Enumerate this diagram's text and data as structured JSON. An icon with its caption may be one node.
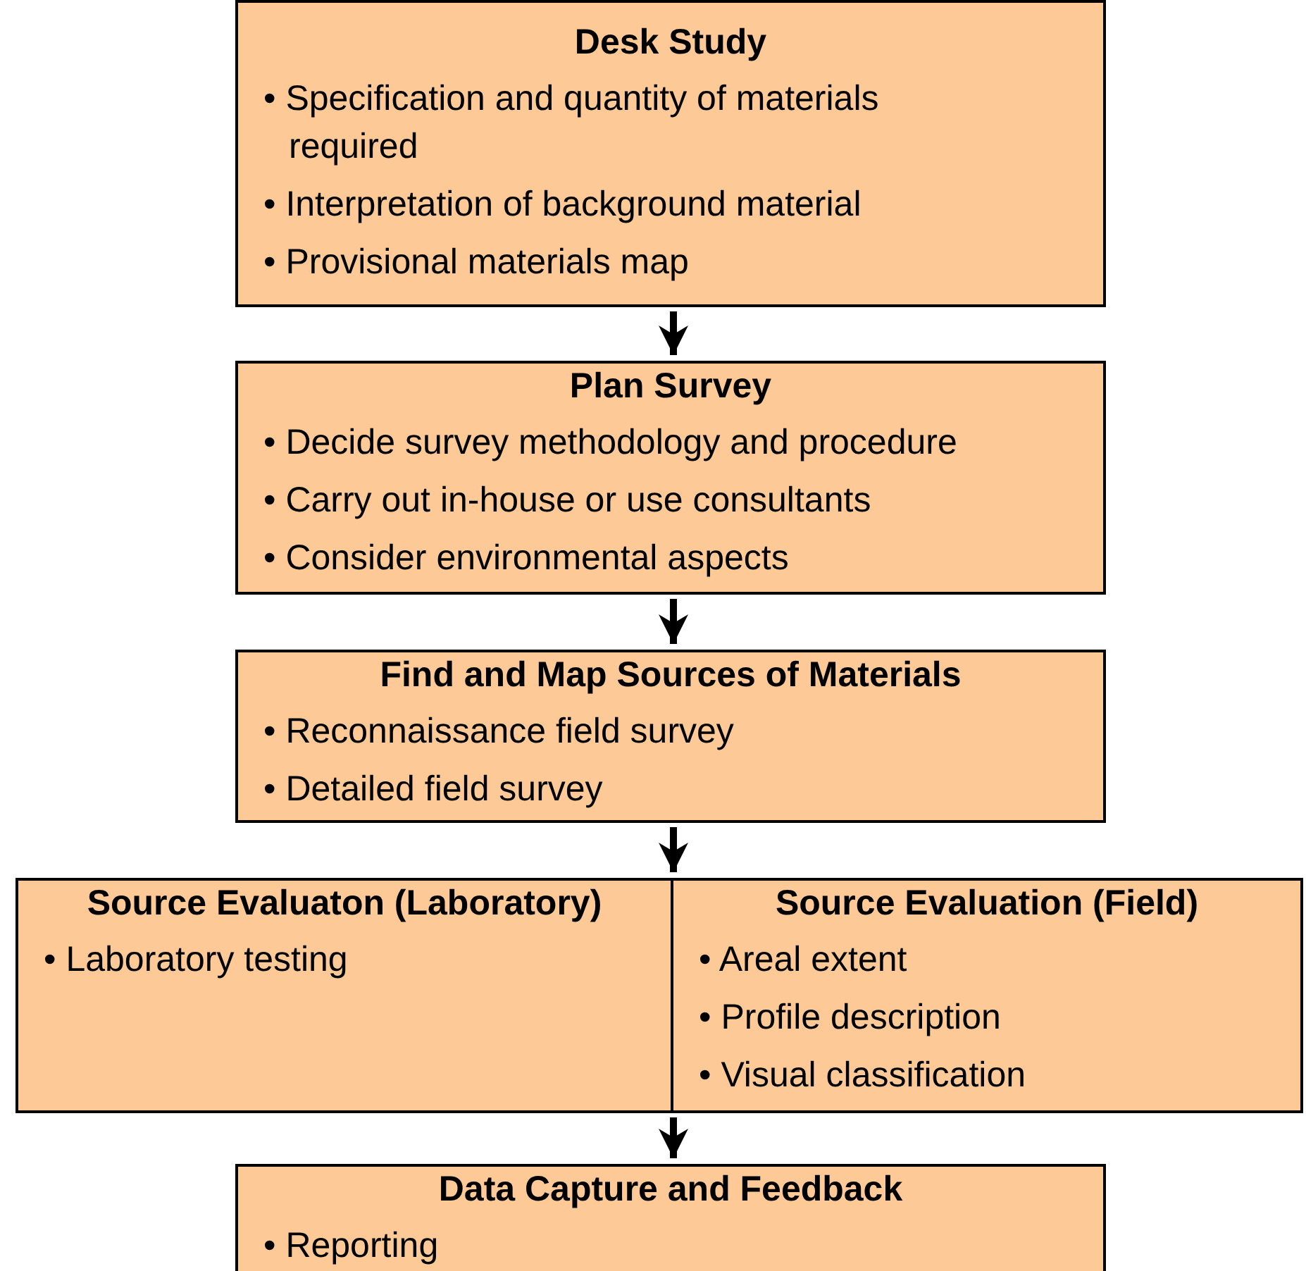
{
  "diagram": {
    "nodes": [
      {
        "text": [
          "Desk Study",
          "• Specification and quantity of materials required",
          "• Interpretation of background material",
          "• Provisional materials map"
        ]
      },
      {
        "text": [
          "Plan Survey",
          "• Decide survey methodology and procedure",
          "• Carry out in-house or use consultants",
          "• Consider environmental aspects"
        ]
      },
      {
        "text": [
          "Find and Map Sources of Materials",
          "• Reconnaissance field survey",
          "• Detailed field survey"
        ]
      },
      {
        "text": [
          "Source Evaluaton (Laboratory)",
          "• Laboratory testing"
        ]
      },
      {
        "text": [
          "Source Evaluation (Field)",
          "• Areal extent",
          "• Profile description",
          "• Visual classification"
        ]
      },
      {
        "text": [
          "Data Capture and Feedback",
          "• Reporting"
        ]
      }
    ],
    "edges": [
      {
        "from": 0,
        "to": 1,
        "arrow": "to"
      },
      {
        "from": 1,
        "to": 2,
        "arrow": "to"
      },
      {
        "from": 2,
        "to": 3,
        "arrow": "to"
      },
      {
        "from": 2,
        "to": 4,
        "arrow": "to"
      },
      {
        "from": 3,
        "to": 5,
        "arrow": "to"
      },
      {
        "from": 4,
        "to": 5,
        "arrow": "to"
      }
    ]
  }
}
